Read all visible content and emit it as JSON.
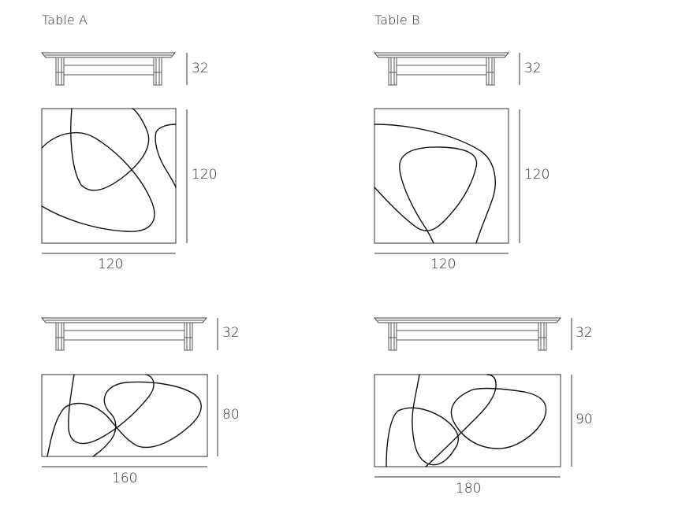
{
  "tables": [
    {
      "title": "Table A",
      "variants": [
        {
          "height_label": "32",
          "depth_label": "120",
          "width_label": "120"
        },
        {
          "height_label": "32",
          "depth_label": "80",
          "width_label": "160"
        }
      ]
    },
    {
      "title": "Table B",
      "variants": [
        {
          "height_label": "32",
          "depth_label": "120",
          "width_label": "120"
        },
        {
          "height_label": "32",
          "depth_label": "90",
          "width_label": "180"
        }
      ]
    }
  ]
}
